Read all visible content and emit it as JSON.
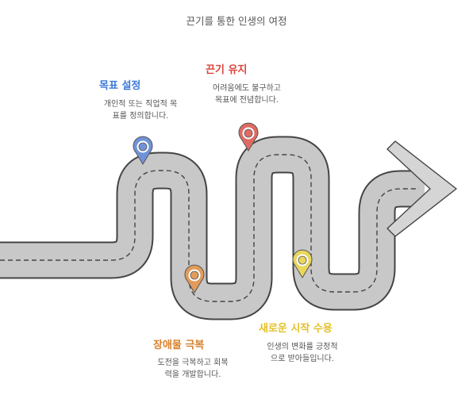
{
  "title": "끈기를 통한 인생의 여정",
  "colors": {
    "road_fill": "#c8c8c8",
    "road_edge": "#444444",
    "center_line": "#444444",
    "arrow_fill": "#d5d5d5",
    "goal": "#3a78d8",
    "persistence": "#d9443b",
    "obstacle": "#d9802c",
    "acceptance": "#e3c12a"
  },
  "milestones": [
    {
      "title": "목표 설정",
      "desc_lines": [
        "개인적 또는 직업적 목",
        "표를 정의합니다."
      ],
      "color": "#3a78d8",
      "pin_color": "#6f93d8",
      "icon": "map-pin-icon"
    },
    {
      "title": "끈기 유지",
      "desc_lines": [
        "어려움에도 불구하고",
        "목표에 전념합니다."
      ],
      "color": "#d9443b",
      "pin_color": "#de6b63",
      "icon": "map-pin-icon"
    },
    {
      "title": "장애물 극복",
      "desc_lines": [
        "도전을 극복하고 회복",
        "력을 개발합니다."
      ],
      "color": "#d9802c",
      "pin_color": "#e29b5b",
      "icon": "map-pin-icon"
    },
    {
      "title": "새로운 시작 수용",
      "desc_lines": [
        "인생의 변화를 긍정적",
        "으로 받아들입니다."
      ],
      "color": "#e3c12a",
      "pin_color": "#ead65c",
      "icon": "map-pin-icon"
    }
  ]
}
